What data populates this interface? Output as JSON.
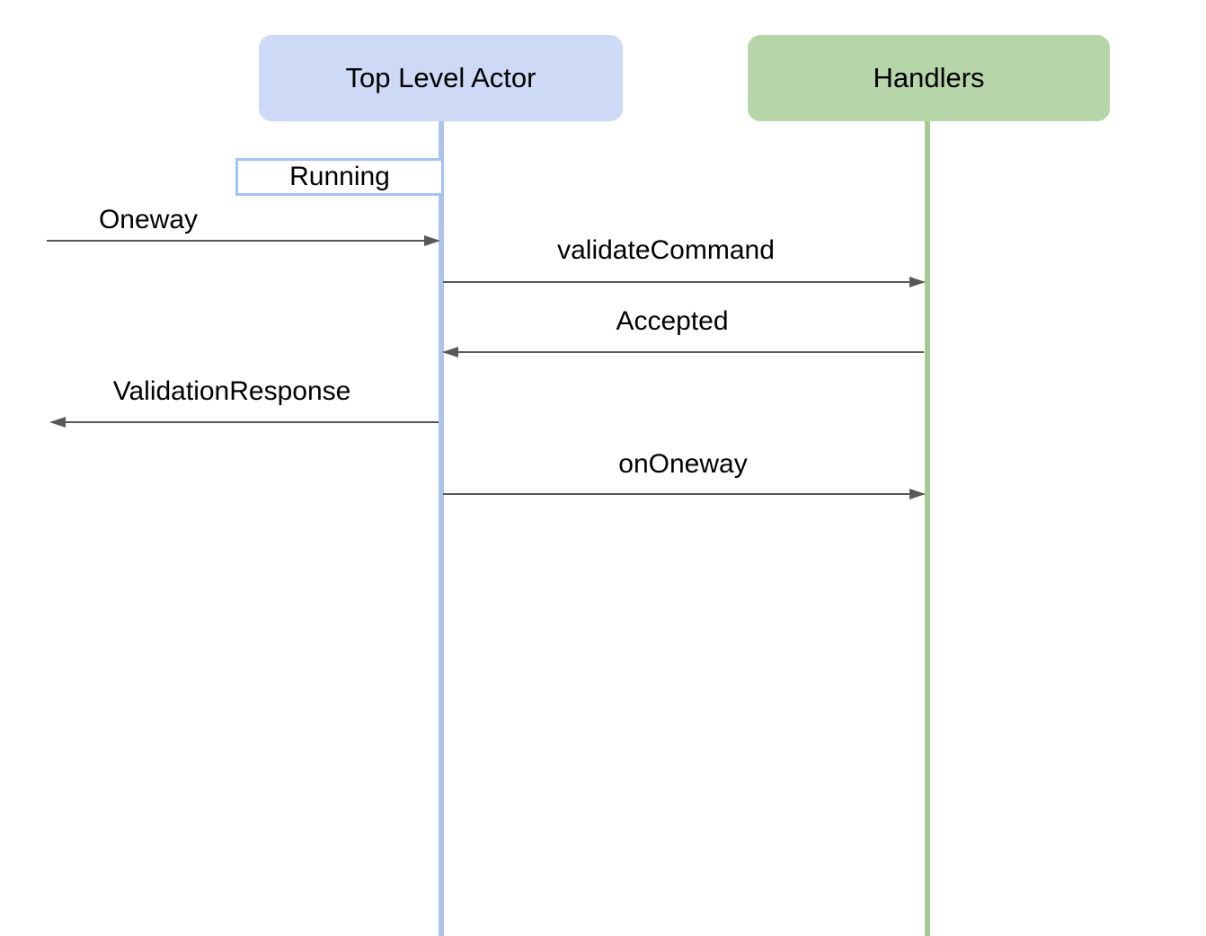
{
  "diagram": {
    "type": "sequence",
    "actors": [
      {
        "id": "top-level-actor",
        "label": "Top Level Actor"
      },
      {
        "id": "handlers",
        "label": "Handlers"
      }
    ],
    "activation": {
      "label": "Running",
      "actor": "top-level-actor"
    },
    "messages": [
      {
        "label": "Oneway",
        "from": "external",
        "to": "top-level-actor",
        "direction": "right"
      },
      {
        "label": "validateCommand",
        "from": "top-level-actor",
        "to": "handlers",
        "direction": "right"
      },
      {
        "label": "Accepted",
        "from": "handlers",
        "to": "top-level-actor",
        "direction": "left"
      },
      {
        "label": "ValidationResponse",
        "from": "top-level-actor",
        "to": "external",
        "direction": "left"
      },
      {
        "label": "onOneway",
        "from": "top-level-actor",
        "to": "handlers",
        "direction": "right"
      }
    ],
    "colors": {
      "actor1_fill": "#cdd9f5",
      "actor1_line": "#aec4f0",
      "actor2_fill": "#b6d5a8",
      "actor2_line": "#a8c891",
      "activation_border": "#a4c2f4",
      "arrow": "#585858",
      "text": "#000000",
      "background": "#ffffff"
    }
  }
}
